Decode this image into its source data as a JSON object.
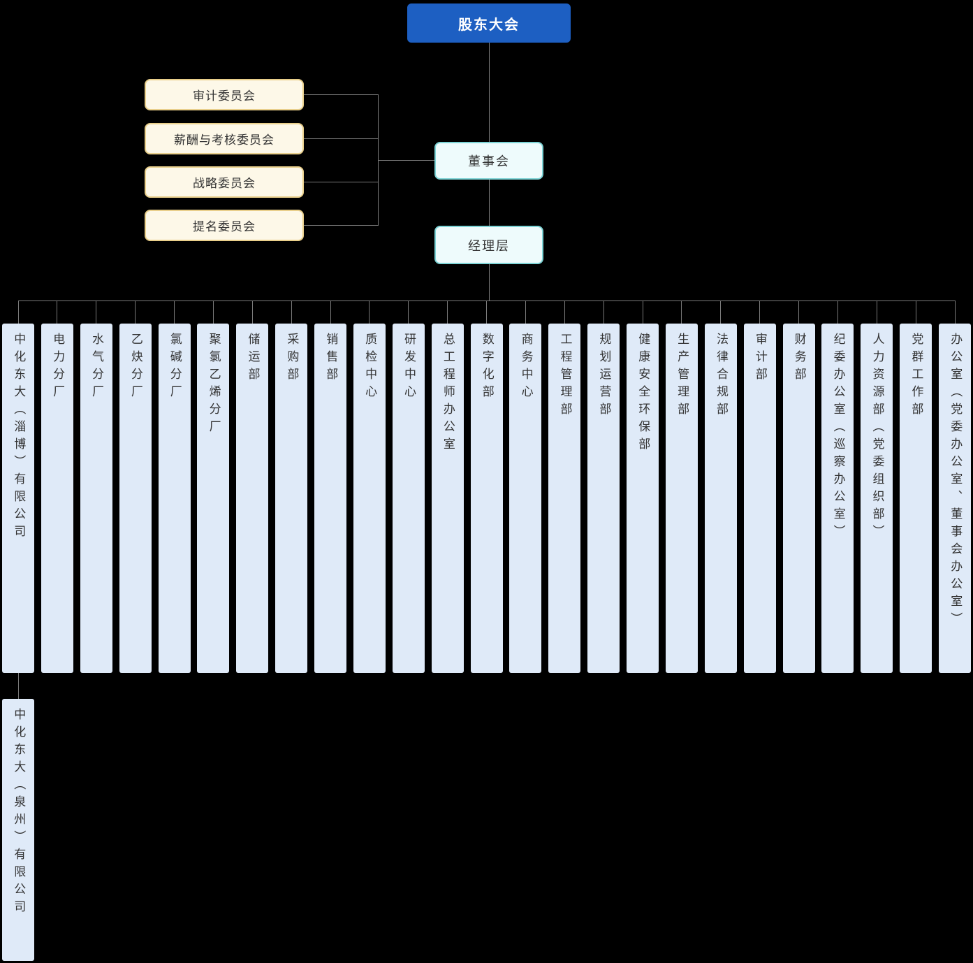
{
  "nodes": {
    "shareholders": "股东大会",
    "board": "董事会",
    "management": "经理层"
  },
  "committees": [
    {
      "label": "审计委员会"
    },
    {
      "label": "薪酬与考核委员会"
    },
    {
      "label": "战略委员会"
    },
    {
      "label": "提名委员会"
    }
  ],
  "departments": [
    {
      "label": "中化东大（淄博）有限公司"
    },
    {
      "label": "电力分厂"
    },
    {
      "label": "水气分厂"
    },
    {
      "label": "乙炔分厂"
    },
    {
      "label": "氯碱分厂"
    },
    {
      "label": "聚氯乙烯分厂"
    },
    {
      "label": "储运部"
    },
    {
      "label": "采购部"
    },
    {
      "label": "销售部"
    },
    {
      "label": "质检中心"
    },
    {
      "label": "研发中心"
    },
    {
      "label": "总工程师办公室"
    },
    {
      "label": "数字化部"
    },
    {
      "label": "商务中心"
    },
    {
      "label": "工程管理部"
    },
    {
      "label": "规划运营部"
    },
    {
      "label": "健康安全环保部"
    },
    {
      "label": "生产管理部"
    },
    {
      "label": "法律合规部"
    },
    {
      "label": "审计部"
    },
    {
      "label": "财务部"
    },
    {
      "label": "纪委办公室（巡察办公室）"
    },
    {
      "label": "人力资源部（党委组织部）"
    },
    {
      "label": "党群工作部"
    },
    {
      "label": "办公室（党委办公室、董事会办公室）"
    }
  ],
  "subsidiary": {
    "label": "中化东大（泉州）有限公司"
  },
  "colors": {
    "background": "#000000",
    "connector": "#7a7a7a",
    "shareholders_bg": "#1d5fc2",
    "shareholders_text": "#ffffff",
    "mid_bg": "#eefbfc",
    "mid_border": "#7ed4d6",
    "committee_bg": "#fdf8e8",
    "committee_border": "#e9cf8b",
    "department_bg": "#dfeaf8",
    "department_text": "#333333"
  }
}
